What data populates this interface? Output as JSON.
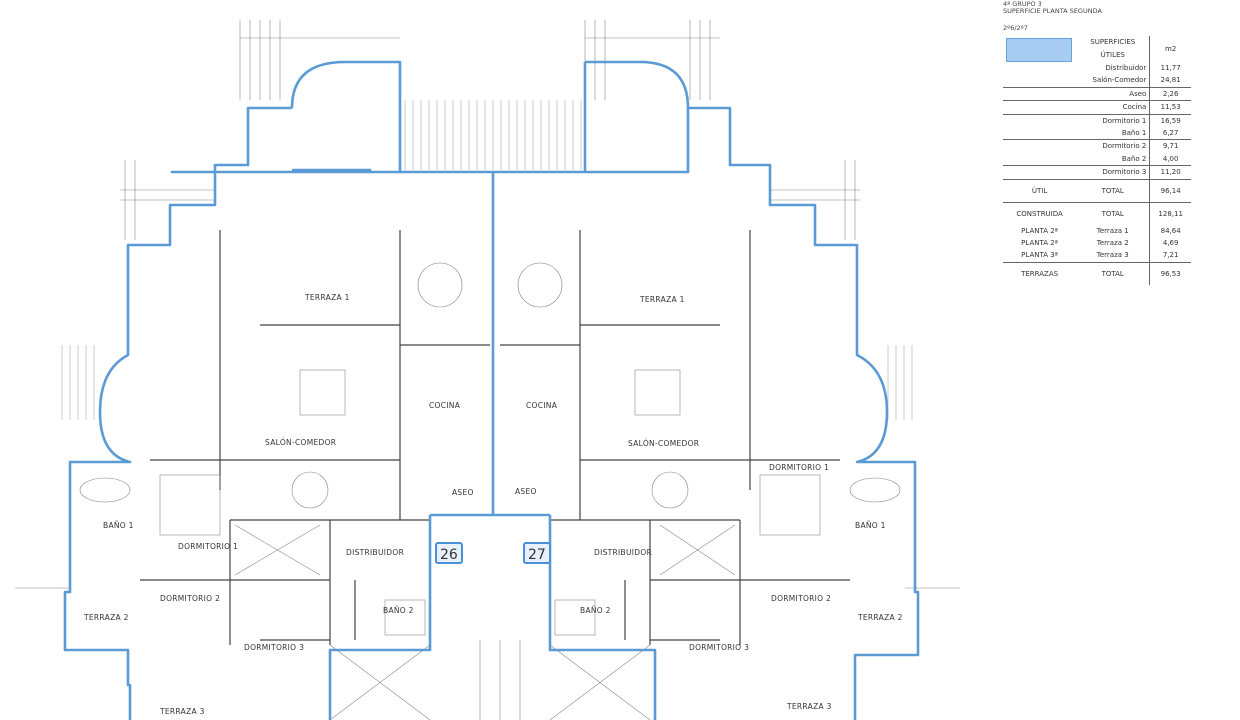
{
  "header": {
    "line1": "4ª GRUPO 3",
    "line2": "SUPERFICIE PLANTA SEGUNDA",
    "units": "2º6/2º7"
  },
  "table": {
    "head_label_1": "SUPERFICIES",
    "head_label_2": "ÚTILES",
    "head_unit": "m2",
    "rooms": [
      {
        "name": "Distribuidor",
        "value": "11,77"
      },
      {
        "name": "Salón-Comedor",
        "value": "24,81"
      },
      {
        "name": "Aseo",
        "value": "2,26"
      },
      {
        "name": "Cocina",
        "value": "11,53"
      },
      {
        "name": "Dormitorio 1",
        "value": "16,59"
      },
      {
        "name": "Baño 1",
        "value": "6,27"
      },
      {
        "name": "Dormitorio 2",
        "value": "9,71"
      },
      {
        "name": "Baño 2",
        "value": "4,00"
      },
      {
        "name": "Dormitorio 3",
        "value": "11,20"
      }
    ],
    "util": {
      "label": "ÚTIL",
      "total_label": "TOTAL",
      "value": "96,14"
    },
    "construida": {
      "label": "CONSTRUIDA",
      "total_label": "TOTAL",
      "value": "128,11"
    },
    "terrazas_rows": [
      {
        "floor": "PLANTA 2ª",
        "name": "Terraza 1",
        "value": "84,64"
      },
      {
        "floor": "PLANTA 2ª",
        "name": "Terraza 2",
        "value": "4,69"
      },
      {
        "floor": "PLANTA 3ª",
        "name": "Terraza 3",
        "value": "7,21"
      }
    ],
    "terrazas_total": {
      "label": "TERRAZAS",
      "total_label": "TOTAL",
      "value": "96,53"
    },
    "swatch_color": "#a9cdf2"
  },
  "plan": {
    "outline_color": "#5b9bd5",
    "units": [
      "26",
      "27"
    ],
    "labels": {
      "terraza1": "TERRAZA 1",
      "cocina": "COCINA",
      "salon": "SALÓN-COMEDOR",
      "aseo": "ASEO",
      "distribuidor": "DISTRIBUIDOR",
      "dormitorio1": "DORMITORIO 1",
      "dormitorio2": "DORMITORIO 2",
      "dormitorio3": "DORMITORIO 3",
      "bano1": "BAÑO 1",
      "bano2": "BAÑO 2",
      "terraza2": "TERRAZA 2",
      "terraza3": "TERRAZA 3"
    }
  }
}
